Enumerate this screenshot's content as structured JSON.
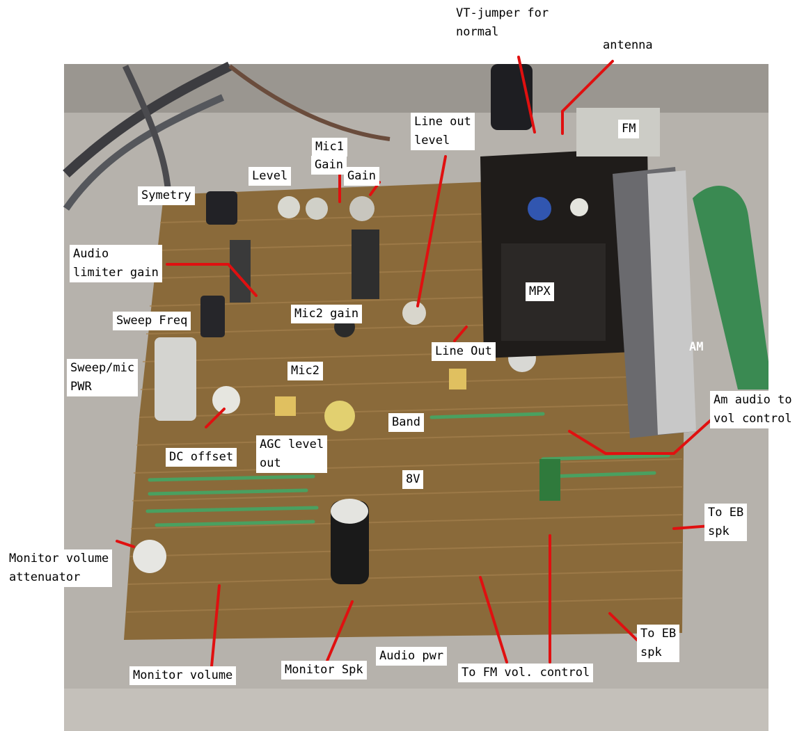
{
  "labels": {
    "vt_jumper": "VT-jumper for\nnormal",
    "antenna": "antenna",
    "fm": "FM",
    "line_out_level": "Line out\nlevel",
    "mic1": "Mic1",
    "gain_mid": "Gain",
    "gain_right": "Gain",
    "level": "Level",
    "symetry": "Symetry",
    "audio_limiter_gain": "Audio\nlimiter gain",
    "sweep_freq": "Sweep Freq",
    "mic2_gain": "Mic2 gain",
    "mpx": "MPX",
    "line_out": "Line Out",
    "am": "AM",
    "sweep_mic_pwr": "Sweep/mic\nPWR",
    "mic2": "Mic2",
    "band": "Band",
    "am_audio": "Am audio to\nvol control",
    "dc_offset": "DC offset",
    "agc_level_out": "AGC level\nout",
    "eight_v": "8V",
    "to_eb_spk_1": "To EB\nspk",
    "monitor_volume_attenuator": "Monitor volume\nattenuator",
    "to_eb_spk_2": "To EB\nspk",
    "audio_pwr": "Audio pwr",
    "monitor_spk": "Monitor Spk",
    "to_fm_vol_control": "To FM vol. control",
    "monitor_volume": "Monitor volume"
  },
  "colors": {
    "leader_line": "#e01010",
    "board": "#8a6a3a",
    "concrete": "#b4b0aa"
  }
}
